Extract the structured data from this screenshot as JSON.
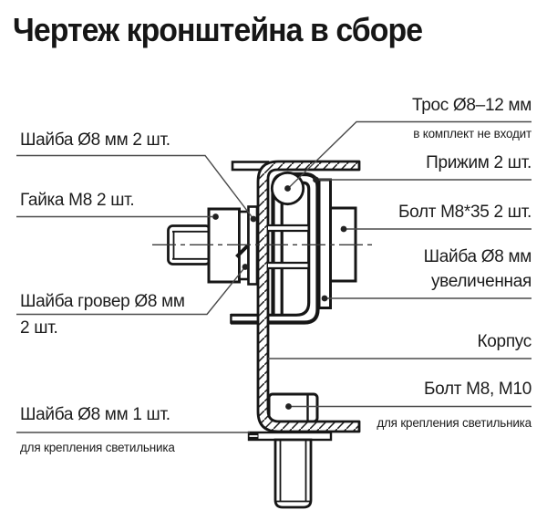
{
  "title": "Чертеж кронштейна в сборе",
  "labels": {
    "washer8_2pcs": "Шайба Ø8 мм 2 шт.",
    "nut_m8": "Гайка М8 2 шт.",
    "spring_washer_line1": "Шайба гровер Ø8 мм",
    "spring_washer_line2": "2 шт.",
    "washer8_1pc": "Шайба Ø8 мм 1 шт.",
    "washer8_1pc_note": "для крепления светильника",
    "cable": "Трос Ø8–12 мм",
    "cable_note": "в комплект не входит",
    "clamp": "Прижим 2 шт.",
    "bolt_m8x35": "Болт М8*35 2 шт.",
    "washer8_large_line1": "Шайба Ø8 мм",
    "washer8_large_line2": "увеличенная",
    "body": "Корпус",
    "bolt_m8_m10": "Болт М8, М10",
    "bolt_m8_m10_note": "для крепления светильника"
  },
  "colors": {
    "ink": "#161616",
    "leader": "#4a4a4a",
    "background": "#ffffff"
  }
}
